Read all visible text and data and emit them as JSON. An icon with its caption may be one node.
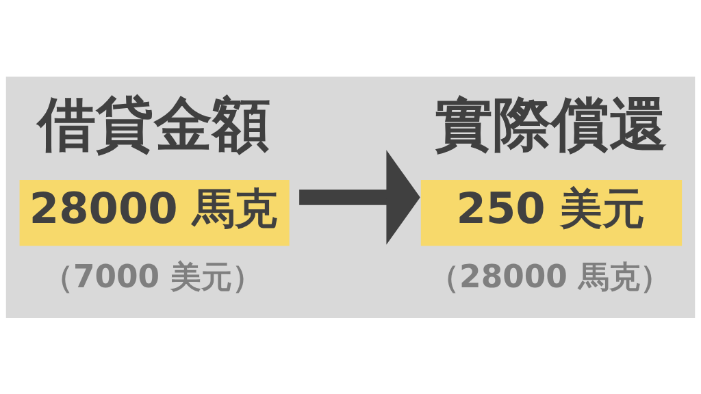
{
  "diagram": {
    "nodes": [
      {
        "text": [
          "借貸金額",
          "28000 馬克"
        ],
        "beside": [
          "（7000 美元）"
        ]
      },
      {
        "text": [
          "實際償還",
          "250 美元"
        ],
        "beside": [
          "（28000 馬克）"
        ]
      }
    ],
    "edges": [
      {
        "from": 0,
        "to": 1,
        "arrow": "to"
      }
    ]
  }
}
